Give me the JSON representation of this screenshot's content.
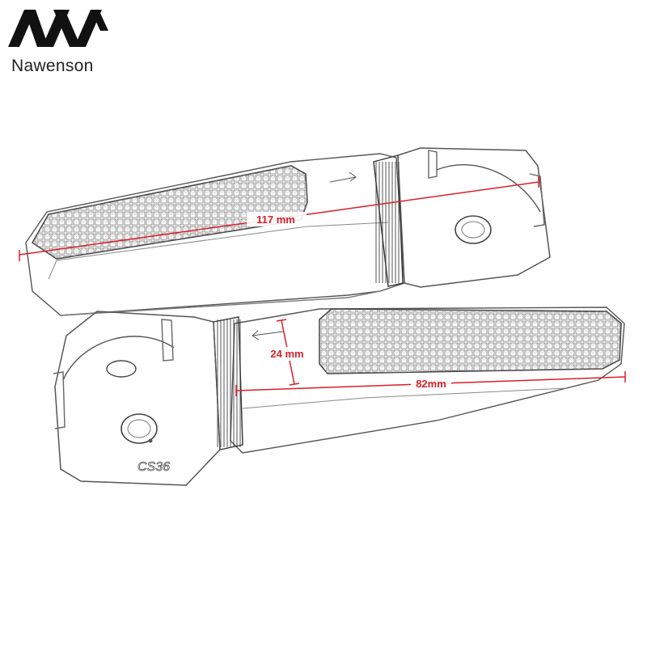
{
  "brand": {
    "name": "Nawenson",
    "logo_icon": "nawenson-logo-icon"
  },
  "colors": {
    "dimension": "#d91f2a",
    "outline": "#555555",
    "outline_dark": "#222222"
  },
  "dimensions": {
    "length_top": "117 mm",
    "height": "24 mm",
    "length_bottom": "82mm"
  },
  "part_marking": "CS36"
}
